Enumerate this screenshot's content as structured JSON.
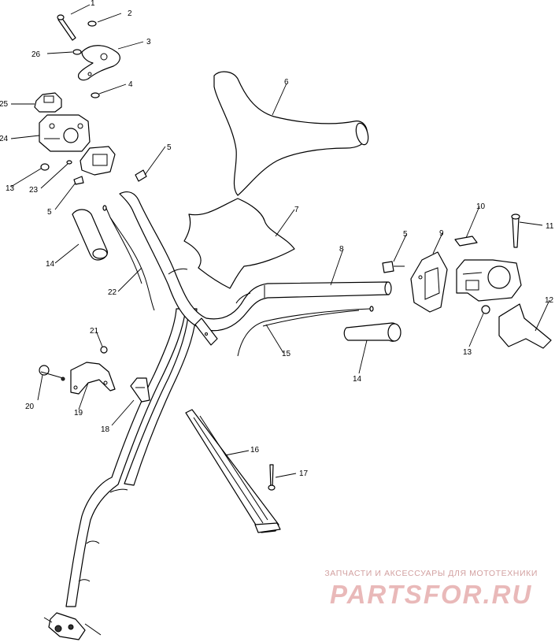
{
  "callouts": [
    "1",
    "2",
    "3",
    "4",
    "5",
    "6",
    "7",
    "8",
    "9",
    "10",
    "11",
    "12",
    "13",
    "14",
    "15",
    "16",
    "17",
    "18",
    "19",
    "20",
    "21",
    "22",
    "23",
    "24",
    "25",
    "26"
  ],
  "watermark": {
    "tagline": "ЗАПЧАСТИ И АКСЕССУАРЫ ДЛЯ МОТОТЕХНИКИ",
    "logo": "PARTSFOR.RU"
  }
}
